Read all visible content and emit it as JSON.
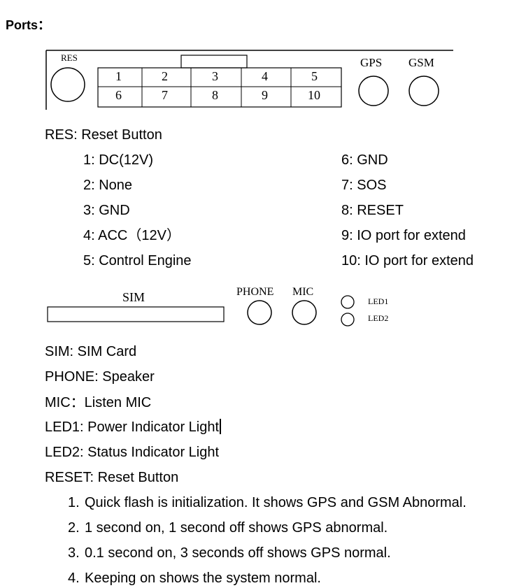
{
  "title": "Ports：",
  "diagram1": {
    "res_label": "RES",
    "pins_top": [
      "1",
      "2",
      "3",
      "4",
      "5"
    ],
    "pins_bottom": [
      "6",
      "7",
      "8",
      "9",
      "10"
    ],
    "gps_label": "GPS",
    "gsm_label": "GSM"
  },
  "res_desc": "RES: Reset Button",
  "pins_left": [
    "1: DC(12V)",
    "2: None",
    "3: GND",
    "4: ACC（12V）",
    "5: Control Engine"
  ],
  "pins_right": [
    "6: GND",
    "7: SOS",
    "8: RESET",
    "9: IO port for extend",
    "10: IO port for extend"
  ],
  "diagram2": {
    "sim_label": "SIM",
    "phone_label": "PHONE",
    "mic_label": "MIC",
    "led1_label": "LED1",
    "led2_label": "LED2"
  },
  "descriptions": [
    "SIM: SIM Card",
    "PHONE: Speaker",
    "MIC：Listen MIC",
    "LED1: Power Indicator Light",
    "LED2: Status Indicator Light",
    "RESET: Reset Button"
  ],
  "reset_items": [
    {
      "num": "1.",
      "text": "Quick flash is initialization. It shows GPS and GSM Abnormal."
    },
    {
      "num": "2.",
      "text": "1 second on, 1 second off shows GPS abnormal."
    },
    {
      "num": "3.",
      "text": "0.1 second on, 3 seconds off shows GPS normal."
    },
    {
      "num": "4.",
      "text": "Keeping on shows the system normal."
    }
  ]
}
